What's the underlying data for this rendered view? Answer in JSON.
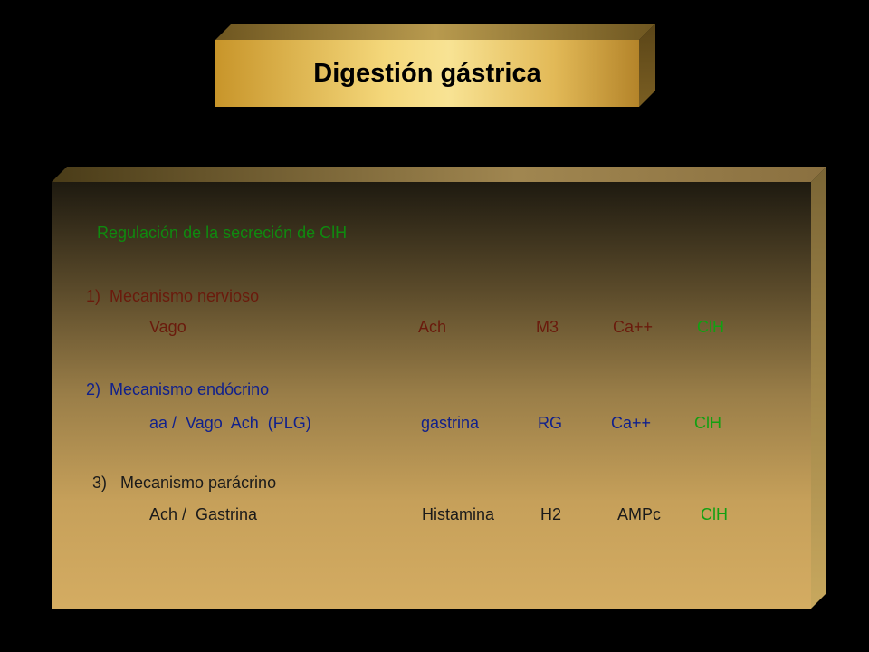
{
  "title": "Digestión gástrica",
  "section_heading": "Regulación de la secreción de ClH",
  "mechanisms": [
    {
      "label": "1)  Mecanismo nervioso",
      "pathway": [
        "Vago",
        "Ach",
        "M3",
        "Ca++",
        "ClH"
      ]
    },
    {
      "label": "2)  Mecanismo endócrino",
      "pathway": [
        "aa /  Vago  Ach  (PLG)",
        "gastrina",
        "RG",
        "Ca++",
        "ClH"
      ]
    },
    {
      "label": "3)   Mecanismo parácrino",
      "pathway": [
        "Ach /  Gastrina",
        "Histamina",
        "H2",
        "AMPc",
        "ClH"
      ]
    }
  ]
}
